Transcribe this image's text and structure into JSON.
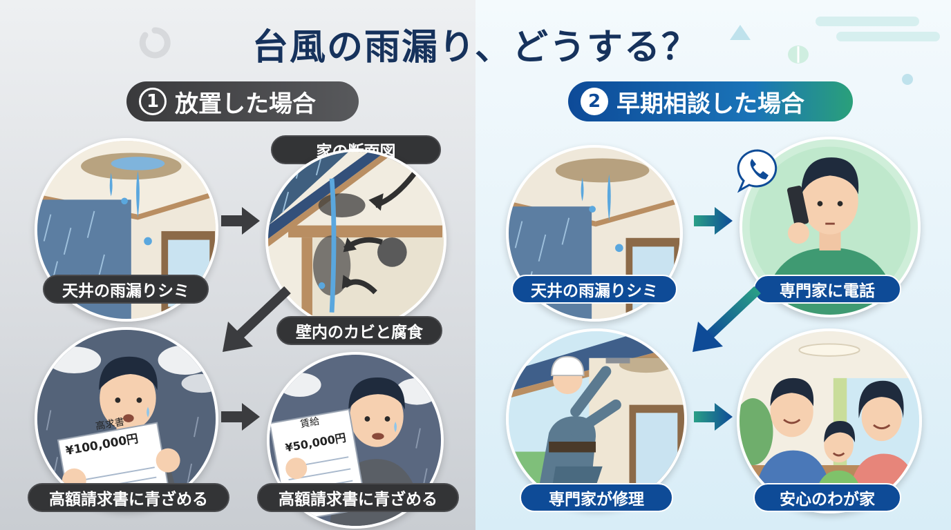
{
  "title": "台風の雨漏り、どうする？",
  "left": {
    "heading_num": "1",
    "heading": "放置した場合",
    "cross_section_label": "家の断面図",
    "steps": [
      {
        "label": "天井の雨漏りシミ"
      },
      {
        "label": "壁内のカビと腐食"
      },
      {
        "label": "高額請求書に青ざめる",
        "doc_title": "高求書",
        "doc_amount": "¥100,000円"
      },
      {
        "label": "高額請求書に青ざめる",
        "doc_title": "賃給",
        "doc_amount": "¥50,000円"
      }
    ]
  },
  "right": {
    "heading_num": "2",
    "heading": "早期相談した場合",
    "steps": [
      {
        "label": "天井の雨漏りシミ"
      },
      {
        "label": "専門家に電話"
      },
      {
        "label": "専門家が修理"
      },
      {
        "label": "安心のわが家"
      }
    ]
  },
  "colors": {
    "title": "#16325c",
    "left_accent": "#3a3a3c",
    "right_accent": "#0e4b97",
    "right_gradient_end": "#2aa07a"
  },
  "icons": [
    "arrow-right-icon",
    "arrow-down-left-icon",
    "phone-icon"
  ]
}
